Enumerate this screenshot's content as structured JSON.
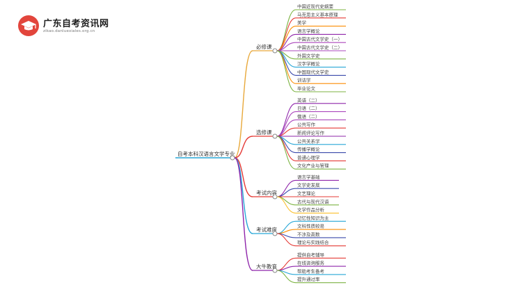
{
  "logo": {
    "title": "广东自考资讯网",
    "subtitle": "zikao.danluexiales.org.cn"
  },
  "mindmap": {
    "root": "自考本科汉语言文学专业",
    "branches": [
      {
        "label": "必修课",
        "color": "#e8a83a",
        "children": [
          {
            "label": "中国近现代史纲要",
            "color": "#7cb342"
          },
          {
            "label": "马克思主义基本原理",
            "color": "#e53935"
          },
          {
            "label": "美学",
            "color": "#fb8c00"
          },
          {
            "label": "语言学概论",
            "color": "#8e24aa"
          },
          {
            "label": "中国古代文学史（一）",
            "color": "#ab47bc"
          },
          {
            "label": "中国古代文学史（二）",
            "color": "#ab47bc"
          },
          {
            "label": "外国文学史",
            "color": "#7cb342"
          },
          {
            "label": "汉字学概论",
            "color": "#26a6d6"
          },
          {
            "label": "中国现代文学史",
            "color": "#3949ab"
          },
          {
            "label": "训诂学",
            "color": "#fb8c00"
          },
          {
            "label": "毕业论文",
            "color": "#7cb342"
          }
        ]
      },
      {
        "label": "选修课",
        "color": "#e53935",
        "children": [
          {
            "label": "英语（二）",
            "color": "#8e24aa"
          },
          {
            "label": "日语（二）",
            "color": "#ab47bc"
          },
          {
            "label": "俄语（二）",
            "color": "#ab47bc"
          },
          {
            "label": "公共写作",
            "color": "#e53935"
          },
          {
            "label": "新闻评论写作",
            "color": "#8e24aa"
          },
          {
            "label": "公共关系学",
            "color": "#26a6d6"
          },
          {
            "label": "传播学概论",
            "color": "#3949ab"
          },
          {
            "label": "普通心理学",
            "color": "#e53935"
          },
          {
            "label": "文化产业与管理",
            "color": "#7cb342"
          }
        ]
      },
      {
        "label": "考试内容",
        "color": "#e53935",
        "children": [
          {
            "label": "语言学基础",
            "color": "#8e24aa"
          },
          {
            "label": "文学史发展",
            "color": "#3949ab"
          },
          {
            "label": "文艺理论",
            "color": "#e53935"
          },
          {
            "label": "古代与现代汉语",
            "color": "#7cb342"
          },
          {
            "label": "文学作品分析",
            "color": "#fbc02d"
          }
        ]
      },
      {
        "label": "考试难度",
        "color": "#26a6d6",
        "children": [
          {
            "label": "记忆性知识为主",
            "color": "#26a6d6"
          },
          {
            "label": "文科性质较易",
            "color": "#fb8c00"
          },
          {
            "label": "不涉及高数",
            "color": "#3949ab"
          },
          {
            "label": "理论与实践结合",
            "color": "#e53935"
          }
        ]
      },
      {
        "label": "大牛教育",
        "color": "#8e24aa",
        "children": [
          {
            "label": "提供自考辅导",
            "color": "#e53935"
          },
          {
            "label": "在线咨询服务",
            "color": "#8e24aa"
          },
          {
            "label": "帮助考生备考",
            "color": "#26a6d6"
          },
          {
            "label": "提升通过率",
            "color": "#7cb342"
          }
        ]
      }
    ]
  }
}
